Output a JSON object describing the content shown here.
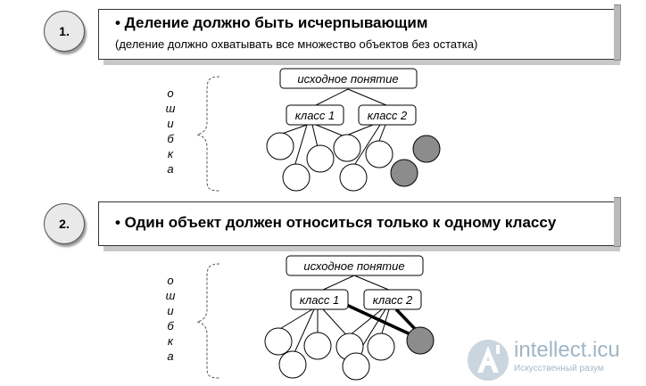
{
  "section1": {
    "number": "1.",
    "title": "• Деление должно быть исчерпывающим",
    "subtitle": "(деление должно охватывать все множество объектов без остатка)",
    "side_label": [
      "о",
      "ш",
      "и",
      "б",
      "к",
      "а"
    ],
    "root": "исходное понятие",
    "class1": "класс 1",
    "class2": "класс 2"
  },
  "section2": {
    "number": "2.",
    "title": "• Один объект должен относиться только к одному классу",
    "side_label": [
      "о",
      "ш",
      "и",
      "б",
      "к",
      "а"
    ],
    "root": "исходное понятие",
    "class1": "класс 1",
    "class2": "класс 2"
  },
  "colors": {
    "error_object": "#8c8c8c",
    "normal_object": "#ffffff"
  },
  "watermark": {
    "name": "intellect.icu",
    "tagline": "Искусственный разум"
  }
}
